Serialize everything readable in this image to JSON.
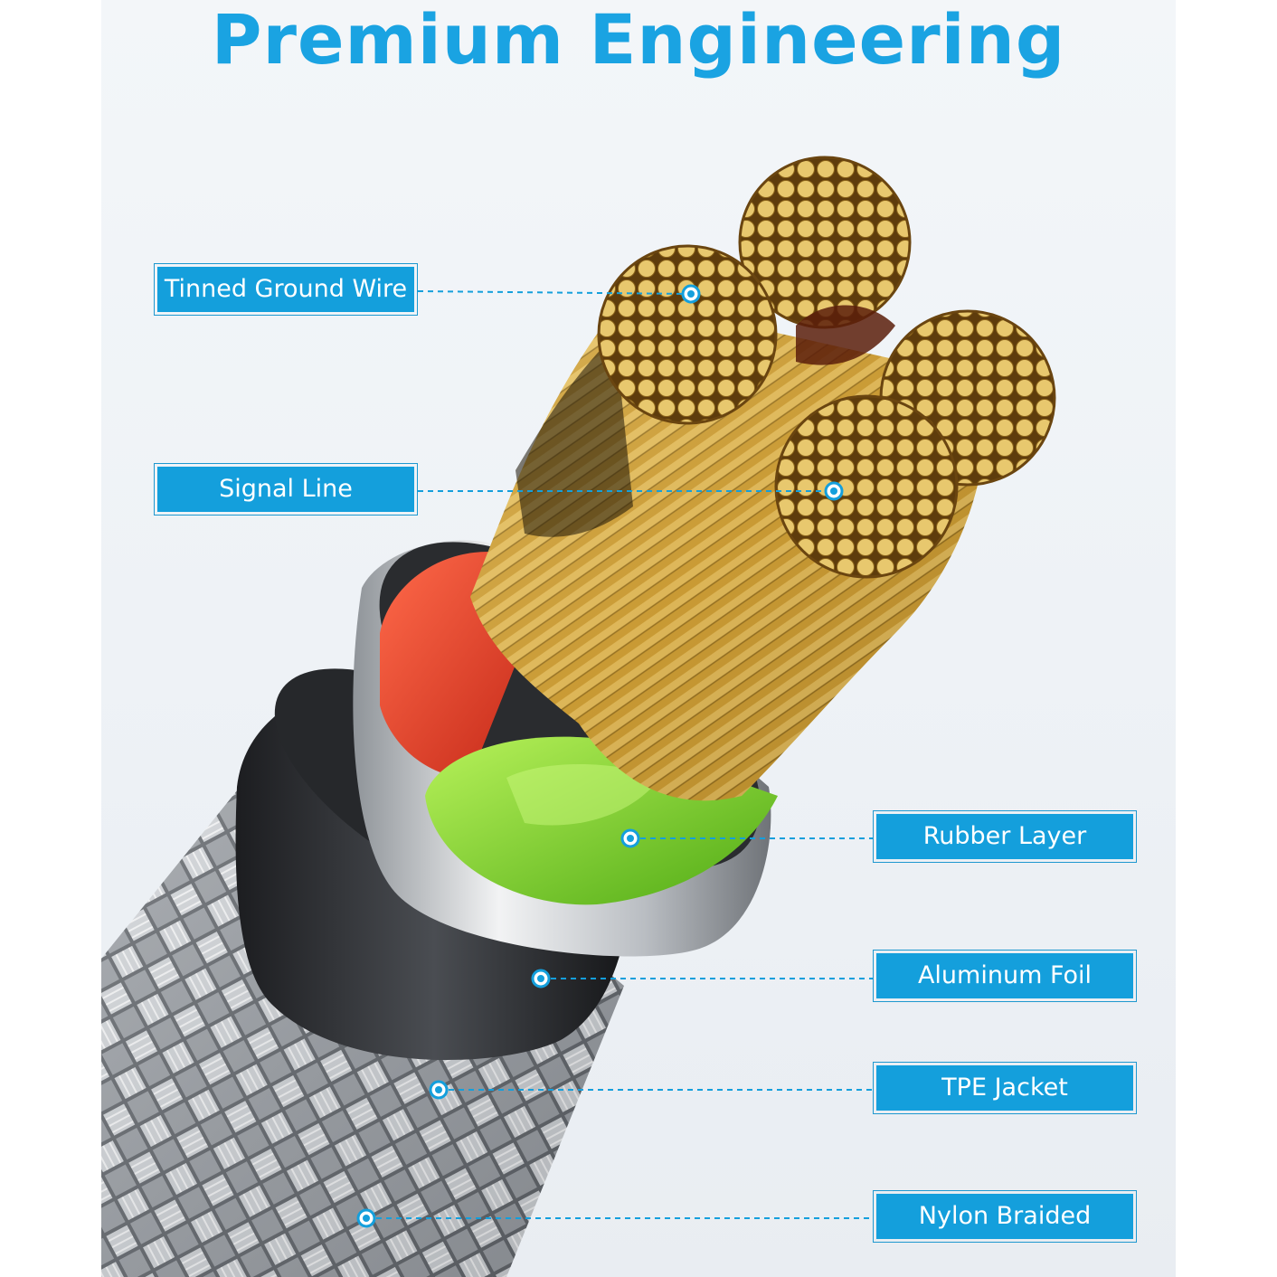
{
  "title": "Premium Engineering",
  "labels": {
    "tinned_ground_wire": "Tinned Ground Wire",
    "signal_line": "Signal Line",
    "rubber_layer": "Rubber Layer",
    "aluminum_foil": "Aluminum Foil",
    "tpe_jacket": "TPE Jacket",
    "nylon_braided": "Nylon Braided"
  },
  "colors": {
    "accent": "#149fdc",
    "title": "#1aa3e2",
    "copper": "#d9b44a",
    "rubber_red": "#e8402a",
    "rubber_green": "#7ed321",
    "foil": "#c8ccd0",
    "jacket": "#2b2d30"
  }
}
